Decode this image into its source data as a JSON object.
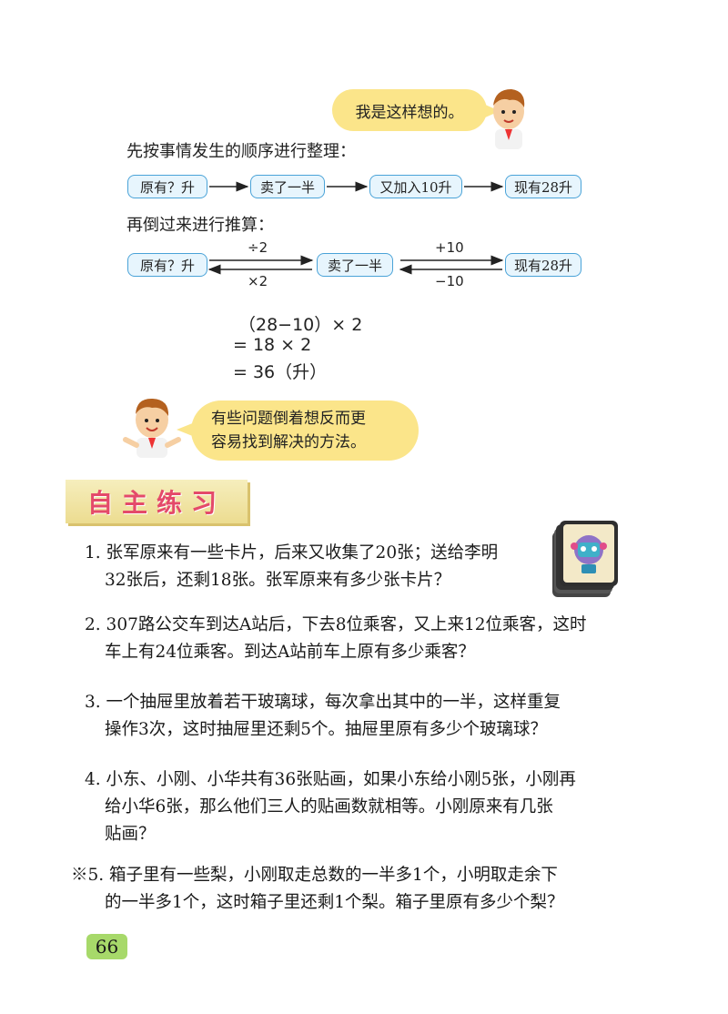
{
  "thought_bubble_top": "我是这样想的。",
  "step1_heading": "先按事情发生的顺序进行整理：",
  "flow1": [
    "原有？升",
    "卖了一半",
    "又加入10升",
    "现有28升"
  ],
  "step2_heading": "再倒过来进行推算：",
  "flow2": {
    "boxes": [
      "原有？升",
      "卖了一半",
      "现有28升"
    ],
    "op_div": "÷2",
    "op_mul": "×2",
    "op_plus": "+10",
    "op_minus": "−10"
  },
  "calc": [
    "（28−10）× 2",
    "= 18 × 2",
    "= 36（升）"
  ],
  "thought_bubble_bottom": [
    "有些问题倒着想反而更",
    "容易找到解决的方法。"
  ],
  "section_title": "自主练习",
  "questions": [
    {
      "num": "1.",
      "lines": [
        "张军原来有一些卡片，后来又收集了20张；送给李明",
        "32张后，还剩18张。张军原来有多少张卡片？"
      ]
    },
    {
      "num": "2.",
      "lines": [
        "307路公交车到达A站后，下去8位乘客，又上来12位乘客，这时",
        "车上有24位乘客。到达A站前车上原有多少乘客？"
      ]
    },
    {
      "num": "3.",
      "lines": [
        "一个抽屉里放着若干玻璃球，每次拿出其中的一半，这样重复",
        "操作3次，这时抽屉里还剩5个。抽屉里原有多少个玻璃球？"
      ]
    },
    {
      "num": "4.",
      "lines": [
        "小东、小刚、小华共有36张贴画，如果小东给小刚5张，小刚再",
        "给小华6张，那么他们三人的贴画数就相等。小刚原来有几张",
        "贴画？"
      ]
    },
    {
      "num": "※5.",
      "lines": [
        "箱子里有一些梨，小刚取走总数的一半多1个，小明取走余下",
        "的一半多1个，这时箱子里还剩1个梨。箱子里原有多少个梨？"
      ]
    }
  ],
  "page_number": "66"
}
